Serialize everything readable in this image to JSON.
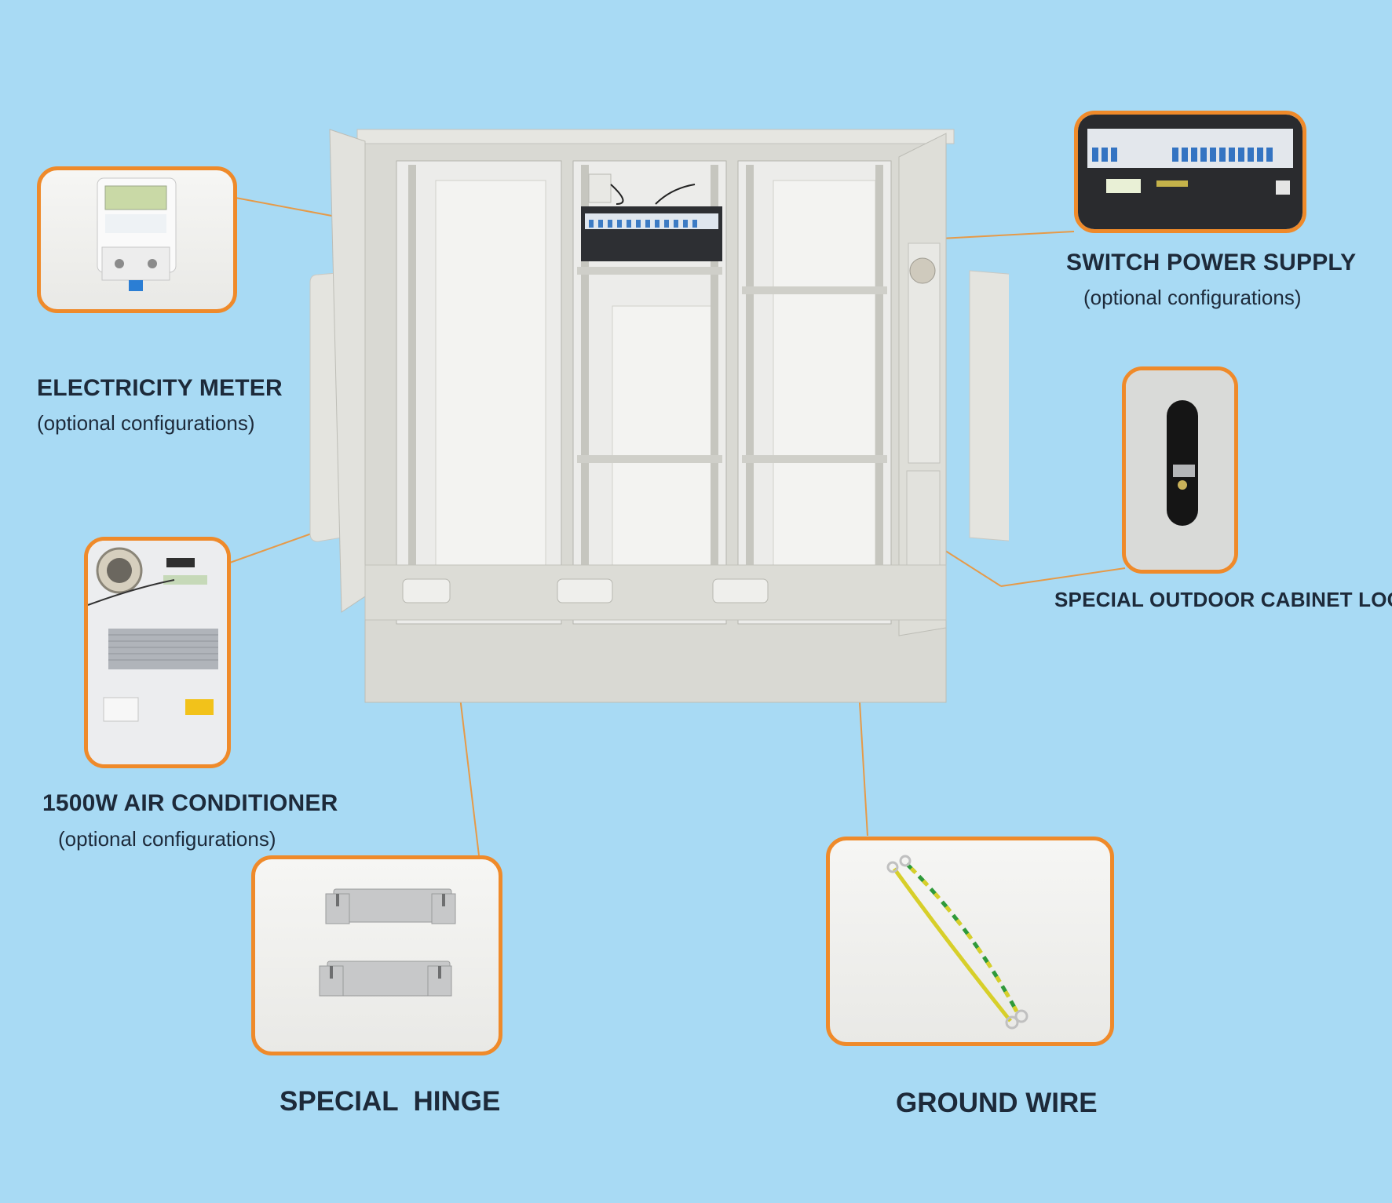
{
  "colors": {
    "background": "#a8daf4",
    "frame_border": "#ef8a2a",
    "leader_line": "#e69a48",
    "text": "#1d2a3a",
    "cabinet": "#dcdcd6"
  },
  "callouts": {
    "electricity_meter": {
      "title": "ELECTRICITY METER",
      "subtitle": "(optional configurations)"
    },
    "air_conditioner": {
      "title": "1500W AIR CONDITIONER",
      "subtitle": "(optional configurations)"
    },
    "special_hinge": {
      "title": "SPECIAL  HINGE"
    },
    "switch_power_supply": {
      "title": "SWITCH POWER SUPPLY",
      "subtitle": "(optional configurations)"
    },
    "cabinet_lock": {
      "title": "SPECIAL OUTDOOR CABINET LOCK"
    },
    "ground_wire": {
      "title": "GROUND WIRE"
    }
  }
}
